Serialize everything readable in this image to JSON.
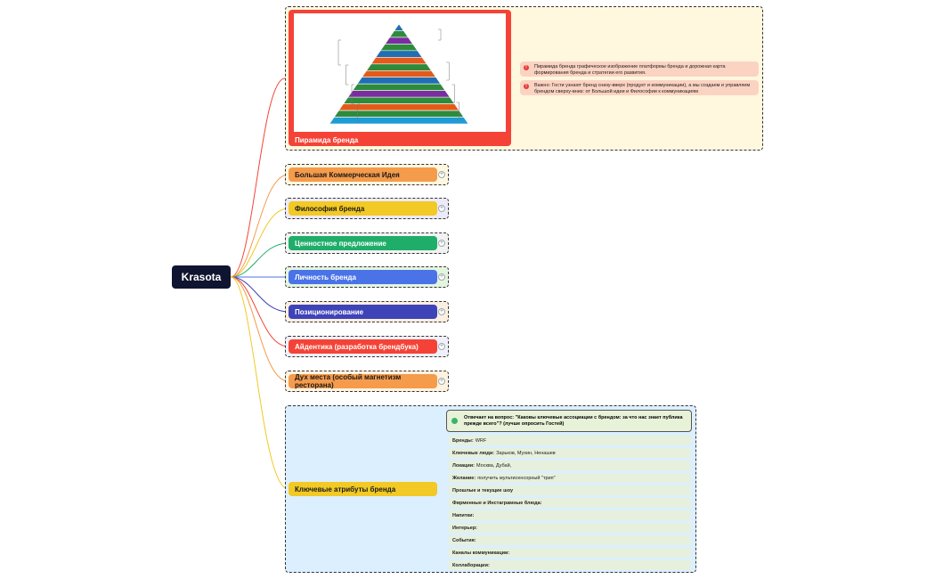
{
  "root": {
    "label": "Krasota"
  },
  "pyramid": {
    "title": "Пирамида бренда",
    "notes": [
      "Пирамида бренда графическое изображение платформы бренда и дорожная карта формирования бренда и стратегии его развития.",
      "Важно: Гости узнают бренд снизу-вверх (продукт и коммуникации), а мы создаем и управляем брендом сверху-вниз: от Большой идеи и Философии к коммуникациям"
    ],
    "levels": [
      "#1f6fb5",
      "#2e8b3c",
      "#7b2ca0",
      "#2e8b3c",
      "#1f6fb5",
      "#e35a1b",
      "#2e8b3c",
      "#e35a1b",
      "#1f6fb5",
      "#2e8b3c",
      "#7b2ca0",
      "#2e8b3c",
      "#e35a1b",
      "#2e8b3c",
      "#1f9bd6"
    ]
  },
  "branches": [
    {
      "label": "Большая Коммерческая Идея",
      "bg": "#f59b4c",
      "color": "#1a1a1a",
      "line": "#f59b4c"
    },
    {
      "label": "Философия бренда",
      "bg": "#f2c925",
      "color": "#1a1a1a",
      "line": "#f2c925"
    },
    {
      "label": "Ценностное предложение",
      "bg": "#1fae6a",
      "color": "#ffffff",
      "line": "#1fae6a"
    },
    {
      "label": "Личность бренда",
      "bg": "#4a73e8",
      "color": "#ffffff",
      "line": "#4a73e8"
    },
    {
      "label": "Позиционирование",
      "bg": "#3f43b8",
      "color": "#ffffff",
      "line": "#3f43b8"
    },
    {
      "label": "Айдентика (разработка брендбука)",
      "bg": "#f44336",
      "color": "#ffffff",
      "line": "#f44336"
    },
    {
      "label": "Дух места (особый магнетизм ресторана)",
      "bg": "#f59b4c",
      "color": "#1a1a1a",
      "line": "#f59b4c"
    }
  ],
  "attributes": {
    "label": "Ключевые атрибуты бренда",
    "question": "Отвечает на вопрос: \"Каковы ключевые ассоциации с брендом: за что нас знает публика прежде всего\"? (лучше опросить Гостей)",
    "rows": [
      {
        "key": "Бренды:",
        "value": "WRF"
      },
      {
        "key": "Ключевые люди:",
        "value": "Зарьков, Мухин, Ненашев"
      },
      {
        "key": "Локации:",
        "value": "Москва, Дубай,"
      },
      {
        "key": "Желание:",
        "value": "получить мультисенсорный \"трип\""
      },
      {
        "key": "Прошлые и текущие шоу",
        "value": ""
      },
      {
        "key": "Фирменные и Инстаграмные блюда:",
        "value": ""
      },
      {
        "key": "Напитки:",
        "value": ""
      },
      {
        "key": "Интерьер:",
        "value": ""
      },
      {
        "key": "События:",
        "value": ""
      },
      {
        "key": "Каналы коммуникации:",
        "value": ""
      },
      {
        "key": "Коллаборации:",
        "value": ""
      }
    ]
  }
}
